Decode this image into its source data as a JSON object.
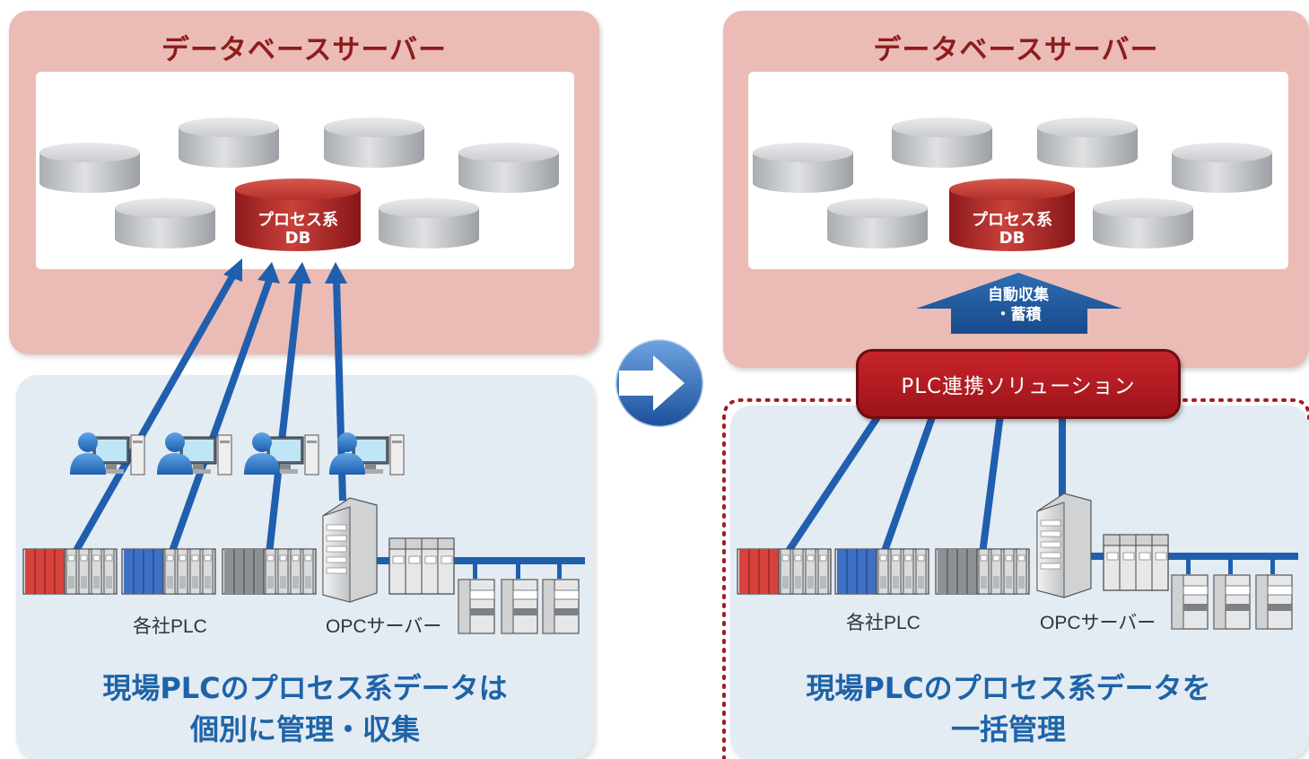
{
  "left": {
    "db_server_title": "データベースサーバー",
    "process_db_line1": "プロセス系",
    "process_db_line2": "DB",
    "plc_label": "各社PLC",
    "opc_label": "OPCサーバー",
    "caption_line1": "現場PLCのプロセス系データは",
    "caption_line2": "個別に管理・収集"
  },
  "right": {
    "db_server_title": "データベースサーバー",
    "process_db_line1": "プロセス系",
    "process_db_line2": "DB",
    "collect_line1": "自動収集",
    "collect_line2": "・蓄積",
    "solution_label": "PLC連携ソリューション",
    "plc_label": "各社PLC",
    "opc_label": "OPCサーバー",
    "caption_line1": "現場PLCのプロセス系データを",
    "caption_line2": "一括管理"
  },
  "colors": {
    "db_panel": "#ebbcb6",
    "field_panel": "#e3ebf3",
    "title_red": "#8d1c1c",
    "line_blue": "#1f5fae",
    "caption_blue": "#1e63a8",
    "solution_red": "#b51d23"
  },
  "icons": [
    "arrow-right-circle-icon",
    "operator-pc-icon",
    "plc-rack-icon",
    "server-tower-icon",
    "io-module-icon",
    "database-cylinder-icon"
  ]
}
